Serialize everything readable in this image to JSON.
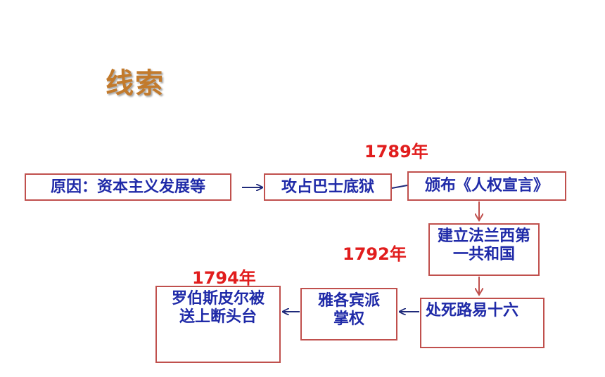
{
  "title": "线索",
  "years": {
    "y1789": "1789年",
    "y1792": "1792年",
    "y1794": "1794年"
  },
  "nodes": {
    "cause": "原因：资本主义发展等",
    "bastille": "攻占巴士底狱",
    "declaration": "颁布《人权宣言》",
    "republic": "建立法兰西第一共和国",
    "execution": "处死路易十六",
    "jacobin": "雅各宾派掌权",
    "robespierre": "罗伯斯皮尔被送上断头台"
  },
  "colors": {
    "title": "#c27a2c",
    "year": "#e11d1d",
    "node_text": "#1f2aa8",
    "border": "#c0504d",
    "arrow_blue": "#1f2a7a",
    "arrow_red": "#c0504d"
  }
}
